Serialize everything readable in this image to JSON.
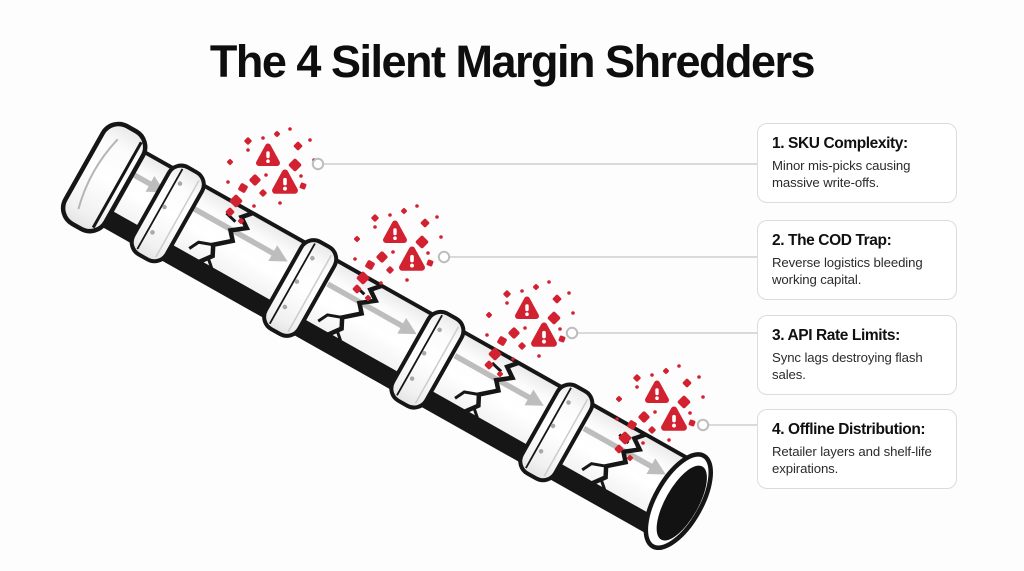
{
  "title": "The 4 Silent Margin Shredders",
  "callouts": [
    {
      "heading": "1. SKU Complexity:",
      "body": "Minor mis-picks causing massive write-offs."
    },
    {
      "heading": "2. The COD Trap:",
      "body": "Reverse logistics bleeding working capital."
    },
    {
      "heading": "3. API Rate Limits:",
      "body": "Sync lags destroying flash sales."
    },
    {
      "heading": "4. Offline Distribution:",
      "body": "Retailer layers and shelf-life expirations."
    }
  ],
  "illustration": {
    "type": "cracked-pipeline-infographic",
    "flow_direction": "top-left to bottom-right",
    "pipe_segments": 5,
    "crack_count": 4,
    "warning_icon": "warning-triangle-exclamation",
    "colors": {
      "alert_red": "#d22130",
      "pipe_outline": "#161616",
      "pipe_fill": "#ffffff",
      "flow_arrow_gray": "#bdbdbd",
      "connector_gray": "#cfcfcf",
      "card_border": "#dcdcdc"
    }
  }
}
